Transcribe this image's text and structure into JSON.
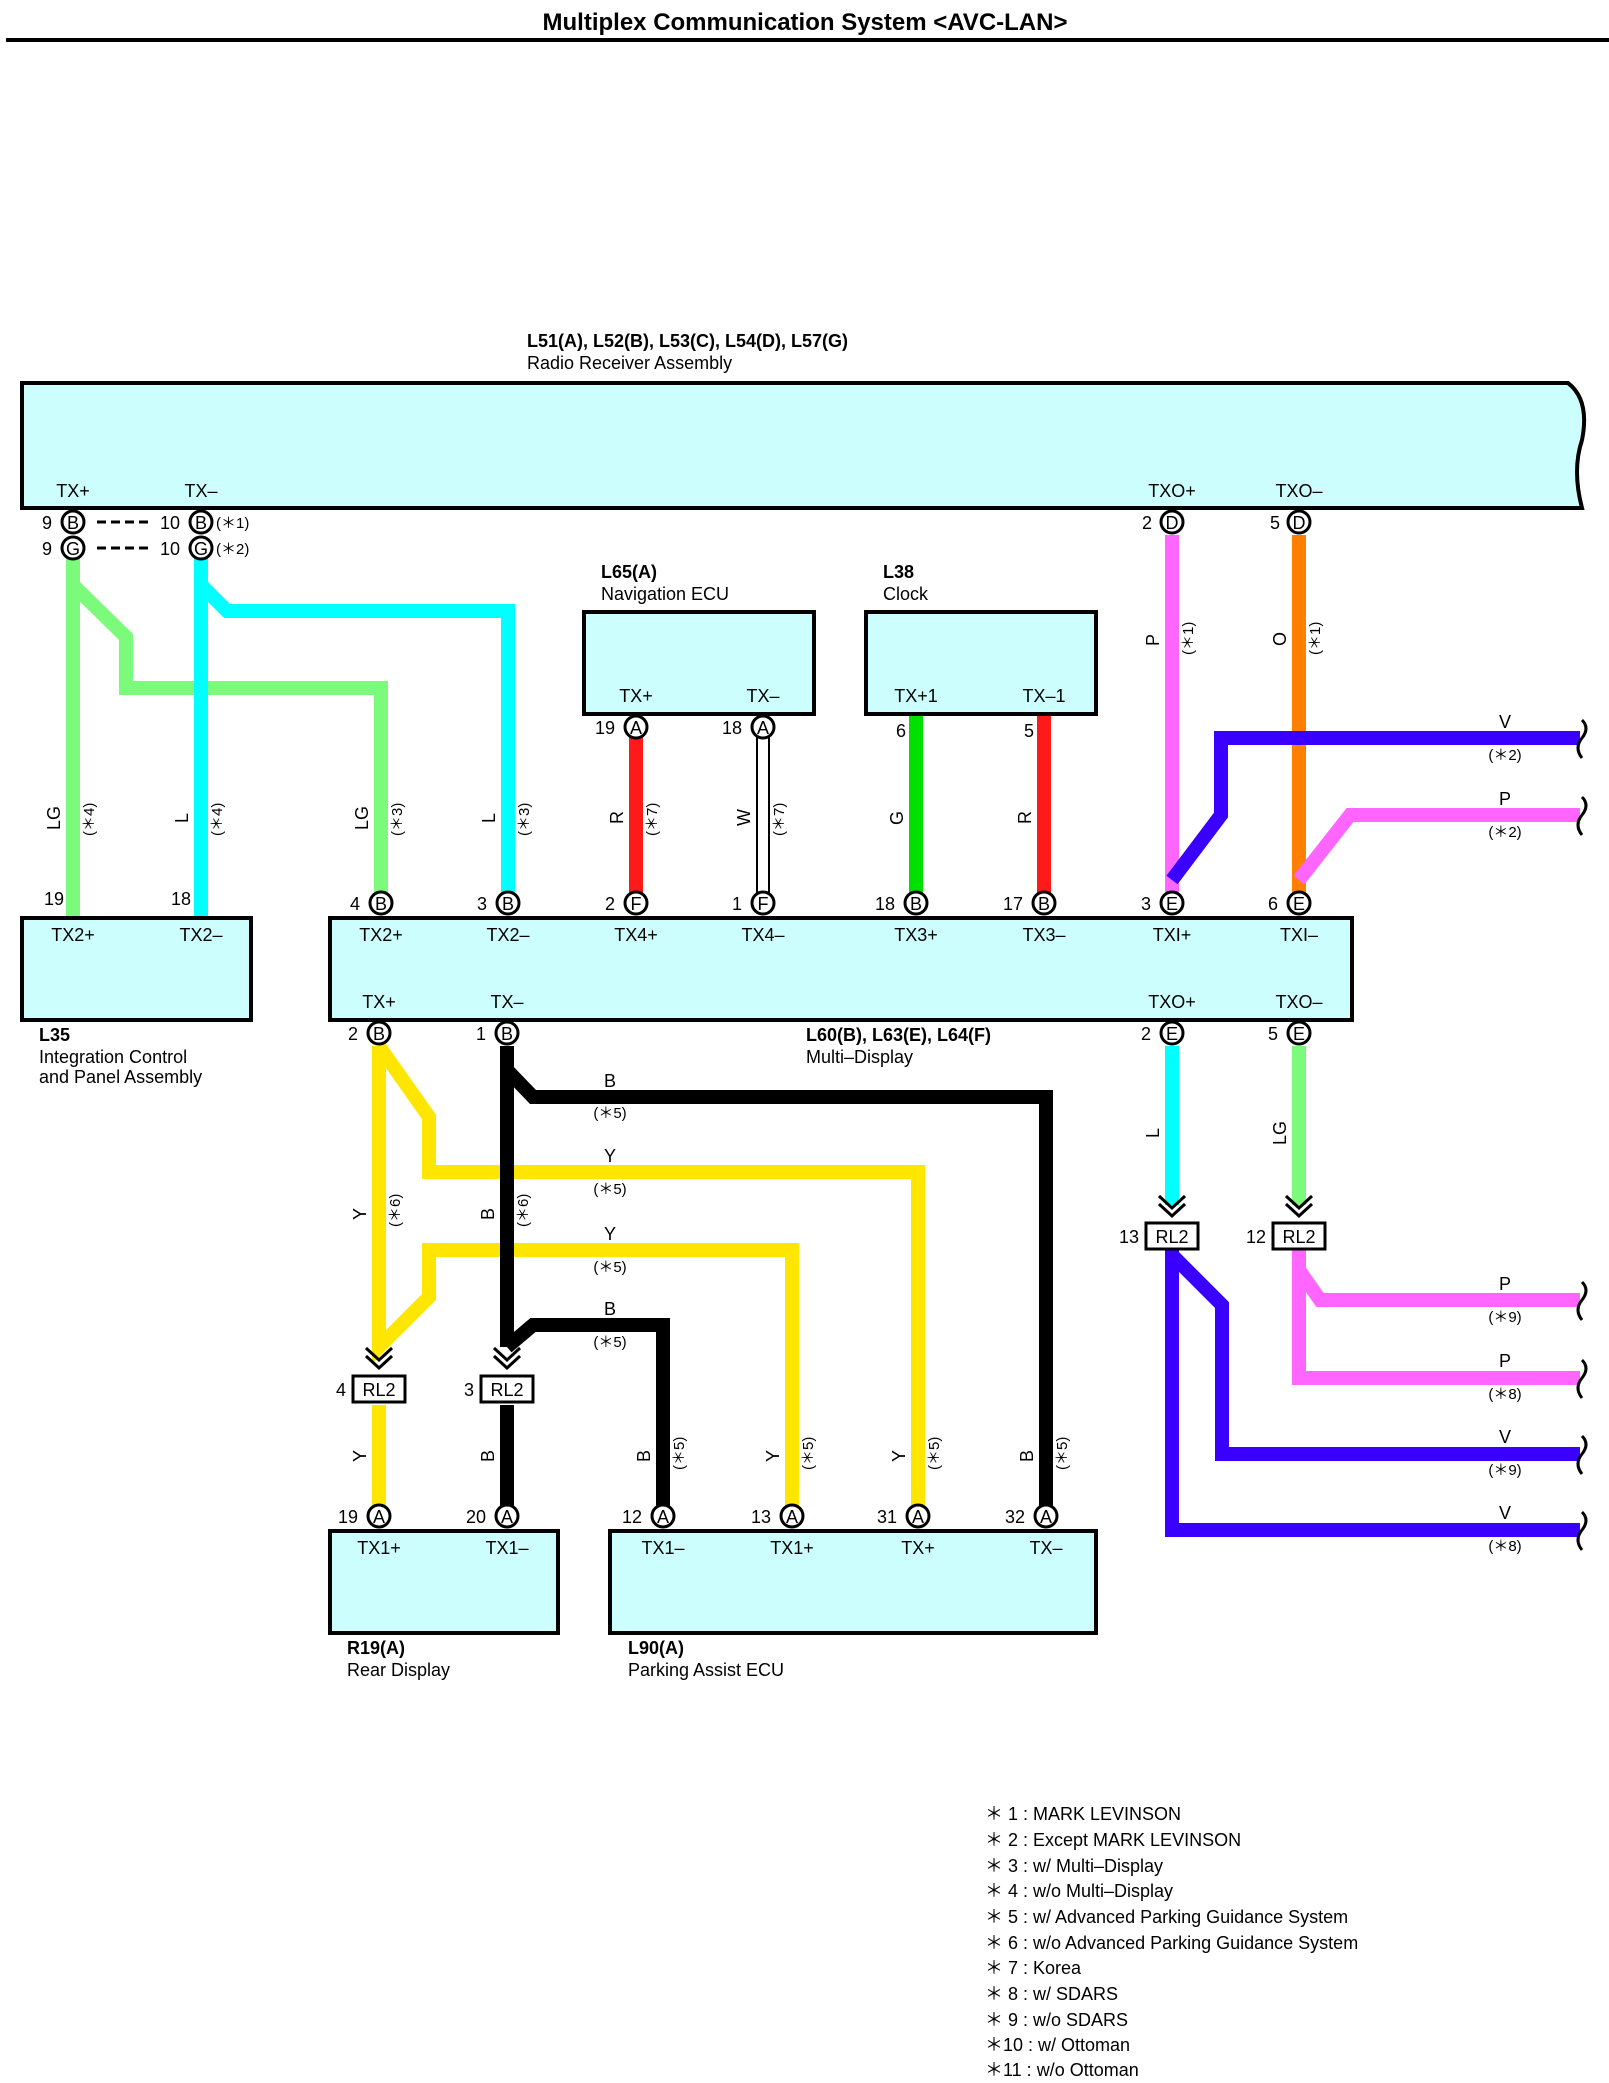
{
  "title": "Multiplex Communication System <AVC-LAN>",
  "colors": {
    "LG": "#7cfa7c",
    "L": "#00ffff",
    "R": "#ff1a1a",
    "W": "#ffffff",
    "G": "#00e000",
    "P": "#ff66ff",
    "O": "#ff8000",
    "V": "#3a00ff",
    "Y": "#ffe600",
    "B": "#000000",
    "box_fill": "#ccfefe"
  },
  "components": {
    "radio": {
      "code": "L51(A), L52(B), L53(C), L54(D), L57(G)",
      "name": "Radio Receiver Assembly"
    },
    "nav": {
      "code": "L65(A)",
      "name": "Navigation ECU"
    },
    "clock": {
      "code": "L38",
      "name": "Clock"
    },
    "integration": {
      "code": "L35",
      "name_line1": "Integration Control",
      "name_line2": "and Panel Assembly"
    },
    "multi": {
      "code": "L60(B), L63(E), L64(F)",
      "name": "Multi–Display"
    },
    "rear": {
      "code": "R19(A)",
      "name": "Rear Display"
    },
    "parking": {
      "code": "L90(A)",
      "name": "Parking Assist ECU"
    }
  },
  "terminals": {
    "radio_txp": "TX+",
    "radio_txm": "TX–",
    "radio_txop": "TXO+",
    "radio_txom": "TXO–",
    "nav_txp": "TX+",
    "nav_txm": "TX–",
    "clock_tx1p": "TX+1",
    "clock_tx1m": "TX–1",
    "int_tx2p": "TX2+",
    "int_tx2m": "TX2–",
    "multi_tx2p": "TX2+",
    "multi_tx2m": "TX2–",
    "multi_tx4p": "TX4+",
    "multi_tx4m": "TX4–",
    "multi_tx3p": "TX3+",
    "multi_tx3m": "TX3–",
    "multi_txip": "TXI+",
    "multi_txim": "TXI–",
    "multi_txp": "TX+",
    "multi_txm": "TX–",
    "multi_txop": "TXO+",
    "multi_txom": "TXO–",
    "rear_tx1p": "TX1+",
    "rear_tx1m": "TX1–",
    "park_tx1m": "TX1–",
    "park_tx1p": "TX1+",
    "park_txp": "TX+",
    "park_txm": "TX–"
  },
  "pins": {
    "r_9a": "9",
    "r_9b": "9",
    "r_10a": "10",
    "r_10b": "10",
    "r_c1": "(＊1)",
    "r_c2": "(＊2)",
    "r_2": "2",
    "r_5": "5",
    "nav_19": "19",
    "nav_18": "18",
    "clk_6": "6",
    "clk_5": "5",
    "int_19": "19",
    "int_18": "18",
    "m_4": "4",
    "m_3": "3",
    "m_2f": "2",
    "m_1f": "1",
    "m_18": "18",
    "m_17": "17",
    "m_3e": "3",
    "m_6e": "6",
    "m_2b": "2",
    "m_1b": "1",
    "m_2e": "2",
    "m_5e": "5",
    "rl_4": "4",
    "rl_3": "3",
    "rl_13": "13",
    "rl_12": "12",
    "rear_19": "19",
    "rear_20": "20",
    "park_12": "12",
    "park_13": "13",
    "park_31": "31",
    "park_32": "32"
  },
  "letters": {
    "A": "A",
    "B": "B",
    "D": "D",
    "E": "E",
    "F": "F",
    "G": "G"
  },
  "relay": "RL2",
  "wires": {
    "LG": "LG",
    "L": "L",
    "R": "R",
    "W": "W",
    "G": "G",
    "P": "P",
    "O": "O",
    "V": "V",
    "Y": "Y",
    "B": "B",
    "c1": "(＊1)",
    "c2": "(＊2)",
    "c3": "(＊3)",
    "c4": "(＊4)",
    "c5": "(＊5)",
    "c6": "(＊6)",
    "c7": "(＊7)",
    "c8": "(＊8)",
    "c9": "(＊9)"
  },
  "legend": [
    "＊ 1 : MARK LEVINSON",
    "＊ 2 : Except MARK LEVINSON",
    "＊ 3 : w/ Multi–Display",
    "＊ 4 : w/o Multi–Display",
    "＊ 5 : w/ Advanced Parking Guidance System",
    "＊ 6 : w/o Advanced Parking Guidance System",
    "＊ 7 : Korea",
    "＊ 8 : w/ SDARS",
    "＊ 9 : w/o SDARS",
    "＊10 : w/ Ottoman",
    "＊11 : w/o Ottoman"
  ]
}
